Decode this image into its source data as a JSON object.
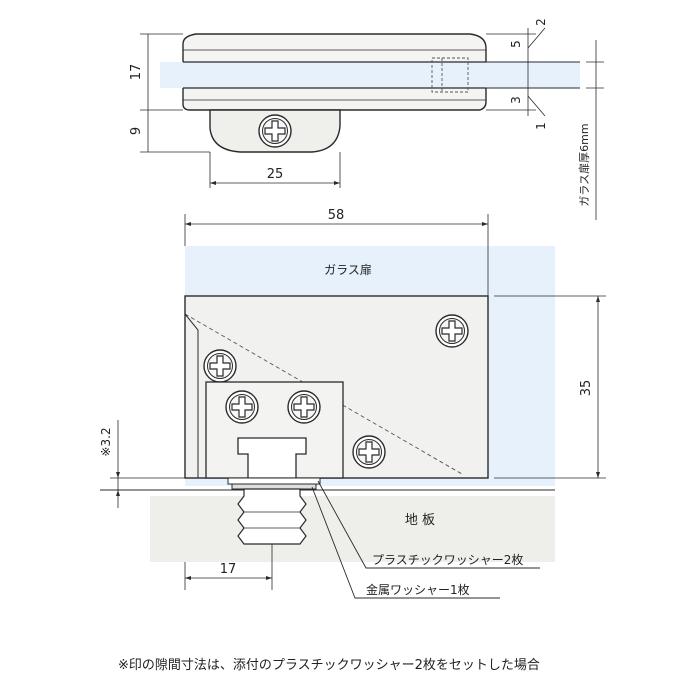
{
  "top_view": {
    "dim_height": "17",
    "dim_cap": "9",
    "dim_width": "25",
    "dim_upper_gap": "5",
    "dim_lower_gap": "3",
    "callout_upper": "2",
    "callout_lower": "1",
    "glass_thickness_label": "ガラス扉厚6mm"
  },
  "front_view": {
    "dim_width": "58",
    "dim_height": "35",
    "dim_gap": "※3.2",
    "dim_pin_offset": "17",
    "glass_label": "ガラス扉",
    "floor_label": "地 板"
  },
  "callouts": {
    "plastic_washer": "プラスチックワッシャー2枚",
    "metal_washer": "金属ワッシャー1枚"
  },
  "footnote": "※印の隙間寸法は、添付のプラスチックワッシャー2枚をセットした場合",
  "colors": {
    "glass": "#e6f1fb",
    "floor": "#eeeeea",
    "metal_body": "#f1f1ef",
    "line": "#2b2b2b"
  }
}
